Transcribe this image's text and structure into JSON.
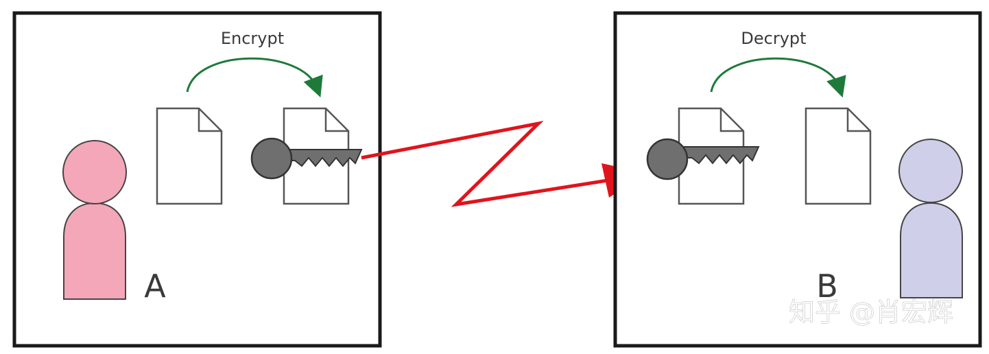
{
  "left_panel": {
    "action_label": "Encrypt",
    "person_label": "A",
    "person_color": "#f4a7b9"
  },
  "right_panel": {
    "action_label": "Decrypt",
    "person_label": "B",
    "person_color": "#cfcfea"
  },
  "watermark": "知乎 @肖宏辉",
  "colors": {
    "frame": "#1a1a1a",
    "arrow_curve": "#1f7a3a",
    "transmission": "#e0141c",
    "key": "#6f6f6f",
    "document_stroke": "#555555"
  }
}
